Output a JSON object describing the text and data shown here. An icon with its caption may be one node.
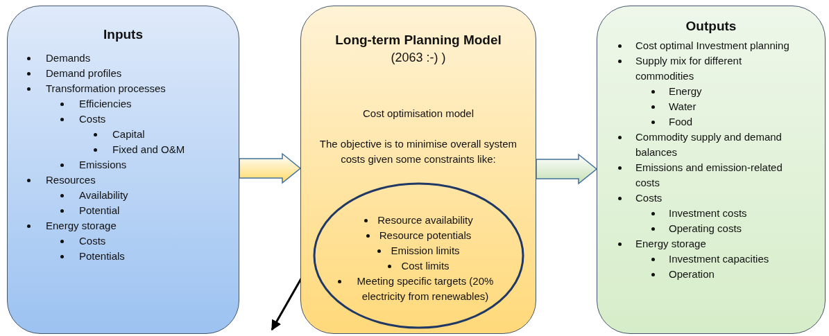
{
  "diagram": {
    "nodes": [
      {
        "text": [
          "Inputs",
          "Demands",
          "Demand profiles",
          "Transformation processes",
          "Efficiencies",
          "Costs",
          "Capital",
          "Fixed and O&M",
          "Emissions",
          "Resources",
          "Availability",
          "Potential",
          "Energy storage",
          "Costs",
          "Potentials"
        ]
      },
      {
        "text": [
          "Long-term Planning Model",
          "(2063 :-) )",
          "Cost optimisation model",
          "The objective is to minimise overall system costs given some constraints like:"
        ]
      },
      {
        "text": [
          "Resource availability",
          "Resource potentials",
          "Emission limits",
          "Cost limits",
          "Meeting specific targets (20% electricity from renewables)"
        ],
        "in": 1
      },
      {
        "text": [
          "Outputs",
          "Cost optimal Investment planning",
          "Supply mix for different commodities",
          "Energy",
          "Water",
          "Food",
          "Commodity supply and demand balances",
          "Emissions and emission-related costs",
          "Costs",
          "Investment costs",
          "Operating costs",
          "Energy storage",
          "Investment capacities",
          "Operation"
        ]
      }
    ],
    "edges": [
      {
        "from": 0,
        "to": 1,
        "arrow": "to",
        "style": "thick",
        "color": "#ffd966"
      },
      {
        "from": 1,
        "to": 3,
        "arrow": "to",
        "style": "thick",
        "color": "#c5e0b4"
      },
      {
        "from": 2,
        "to": null,
        "arrow": "to"
      }
    ]
  }
}
